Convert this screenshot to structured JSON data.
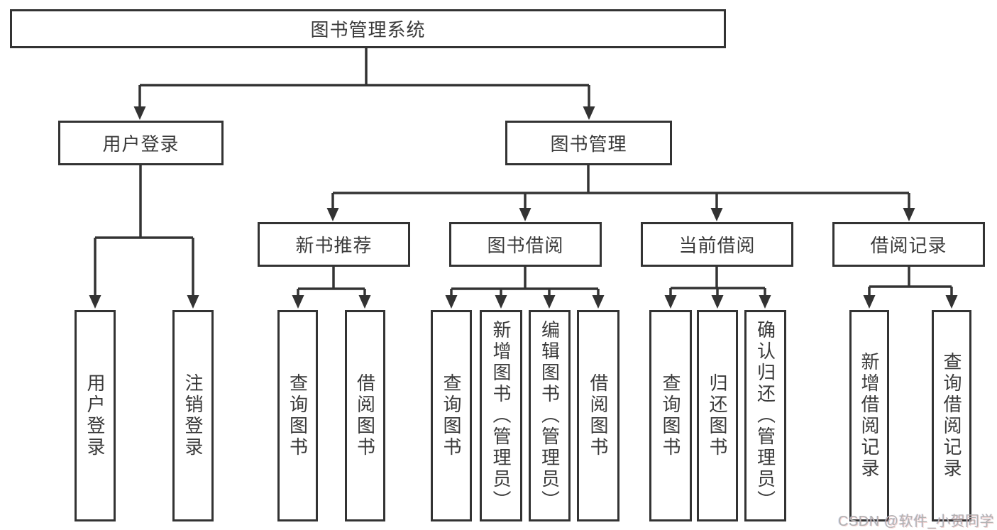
{
  "diagram_title": "图书管理系统",
  "tree": {
    "label": "图书管理系统",
    "children": [
      {
        "label": "用户登录",
        "children": [
          {
            "label": "用户登录"
          },
          {
            "label": "注销登录"
          }
        ]
      },
      {
        "label": "图书管理",
        "children": [
          {
            "label": "新书推荐",
            "children": [
              {
                "label": "查询图书"
              },
              {
                "label": "借阅图书"
              }
            ]
          },
          {
            "label": "图书借阅",
            "children": [
              {
                "label": "查询图书"
              },
              {
                "label": "新增图书（管理员）"
              },
              {
                "label": "编辑图书（管理员）"
              },
              {
                "label": "借阅图书"
              }
            ]
          },
          {
            "label": "当前借阅",
            "children": [
              {
                "label": "查询图书"
              },
              {
                "label": "归还图书"
              },
              {
                "label": "确认归还（管理员）"
              }
            ]
          },
          {
            "label": "借阅记录",
            "children": [
              {
                "label": "新增借阅记录"
              },
              {
                "label": "查询借阅记录"
              }
            ]
          }
        ]
      }
    ]
  },
  "watermark": {
    "text": "CSDN @软件_小贺同学"
  },
  "colors": {
    "line": "#333333",
    "box_border": "#333333",
    "text": "#3a3a3a",
    "background": "#ffffff",
    "watermark": "#b2b2b2"
  }
}
